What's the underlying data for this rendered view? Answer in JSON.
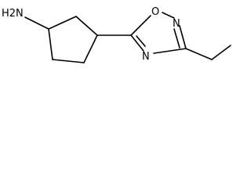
{
  "atoms": {
    "amine": "H2N",
    "ring_oxygen": "O",
    "ring_n2": "N",
    "ring_n4": "N"
  },
  "colors": {
    "bond": "#000000",
    "text": "#000000",
    "background": "#ffffff"
  }
}
